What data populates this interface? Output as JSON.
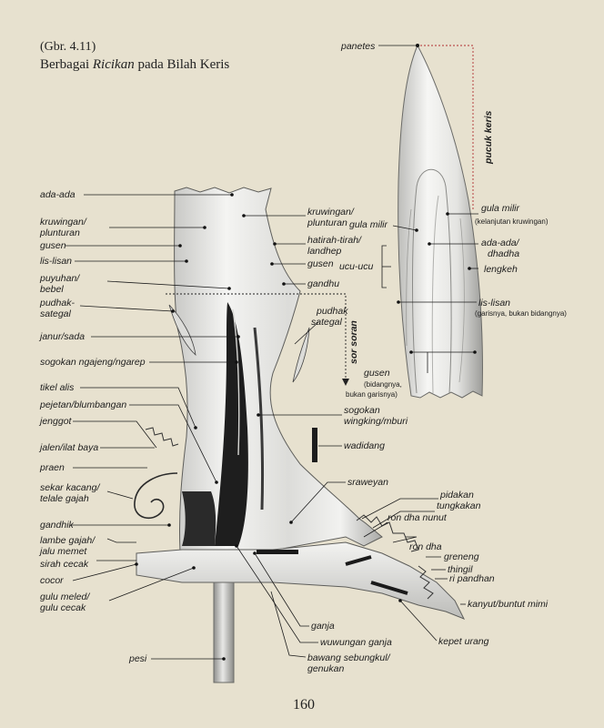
{
  "figure": {
    "number": "(Gbr. 4.11)",
    "title_before": "Berbagai ",
    "title_italic": "Ricikan",
    "title_after": " pada Bilah Keris"
  },
  "page_number": "160",
  "labels": {
    "panetes": "panetes",
    "pucuk_keris": "pucuk keris",
    "gula_milir_r": "gula milir",
    "kelanjutan": "(kelanjutan kruwingan)",
    "gula_milir_l": "gula milir",
    "ada_ada_dhadha": "ada-ada/",
    "dhadha": "dhadha",
    "lengkeh": "lengkeh",
    "ucu_ucu": "ucu-ucu",
    "lis_lisan_r": "lis-lisan",
    "lis_lisan_note": "(garisnya, bukan bidangnya)",
    "gusen_r": "gusen",
    "gusen_note1": "(bidangnya,",
    "gusen_note2": "bukan garisnya)",
    "ada_ada": "ada-ada",
    "kruwingan_l1": "kruwingan/",
    "kruwingan_l2": "plunturan",
    "gusen_l": "gusen",
    "lis_lisan_l": "lis-lisan",
    "puyuhan1": "puyuhan/",
    "puyuhan2": "bebel",
    "pudhak1": "pudhak-",
    "pudhak2": "sategal",
    "janur": "janur/sada",
    "sogokan_ngajeng": "sogokan ngajeng/ngarep",
    "tikel_alis": "tikel alis",
    "pejetan": "pejetan/blumbangan",
    "jenggot": "jenggot",
    "jalen": "jalen/ilat baya",
    "praen": "praen",
    "sekar1": "sekar kacang/",
    "sekar2": "telale gajah",
    "gandhik": "gandhik",
    "lambe1": "lambe gajah/",
    "lambe2": "jalu memet",
    "sirah_cecak": "sirah cecak",
    "cocor": "cocor",
    "gulu1": "gulu meled/",
    "gulu2": "gulu cecak",
    "pesi": "pesi",
    "kruwingan_m1": "kruwingan/",
    "kruwingan_m2": "plunturan",
    "hatirah1": "hatirah-tirah/",
    "hatirah2": "landhep",
    "gusen_m": "gusen",
    "gandhu": "gandhu",
    "pudhak_m1": "pudhak",
    "pudhak_m2": "sategal",
    "sor_soran": "sor soran",
    "sogokan_w1": "sogokan",
    "sogokan_w2": "wingking/mburi",
    "wadidang": "wadidang",
    "sraweyan": "sraweyan",
    "pidakan": "pidakan",
    "tungkakan": "tungkakan",
    "ron_dha_nunut": "ron dha nunut",
    "ron_dha": "ron dha",
    "greneng": "greneng",
    "thingil": "thingil",
    "ri_pandhan": "ri pandhan",
    "kanyut": "kanyut/buntut mimi",
    "ganja": "ganja",
    "wuwungan": "wuwungan ganja",
    "kepet": "kepet urang",
    "bawang1": "bawang sebungkul/",
    "bawang2": "genukan"
  }
}
